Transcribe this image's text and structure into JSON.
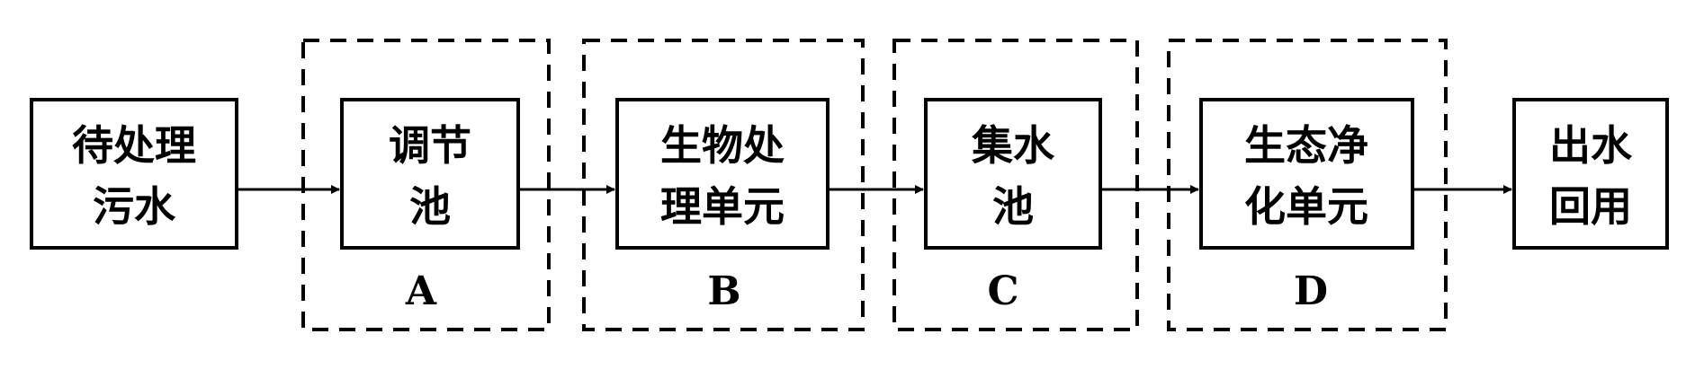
{
  "diagram": {
    "nodes": [
      {
        "id": "wastewater",
        "lines": [
          "待处理",
          "污水"
        ]
      },
      {
        "id": "regulating-tank",
        "lines": [
          "调节",
          "池"
        ]
      },
      {
        "id": "bio-treatment-unit",
        "lines": [
          "生物处",
          "理单元"
        ]
      },
      {
        "id": "collection-tank",
        "lines": [
          "集水",
          "池"
        ]
      },
      {
        "id": "eco-purification-unit",
        "lines": [
          "生态净",
          "化单元"
        ]
      },
      {
        "id": "effluent-reuse",
        "lines": [
          "出水",
          "回用"
        ]
      }
    ],
    "groups": [
      {
        "id": "group-a",
        "label": "A",
        "node": "regulating-tank"
      },
      {
        "id": "group-b",
        "label": "B",
        "node": "bio-treatment-unit"
      },
      {
        "id": "group-c",
        "label": "C",
        "node": "collection-tank"
      },
      {
        "id": "group-d",
        "label": "D",
        "node": "eco-purification-unit"
      }
    ],
    "edges": [
      {
        "from": "wastewater",
        "to": "regulating-tank"
      },
      {
        "from": "regulating-tank",
        "to": "bio-treatment-unit"
      },
      {
        "from": "bio-treatment-unit",
        "to": "collection-tank"
      },
      {
        "from": "collection-tank",
        "to": "eco-purification-unit"
      },
      {
        "from": "eco-purification-unit",
        "to": "effluent-reuse"
      }
    ]
  }
}
